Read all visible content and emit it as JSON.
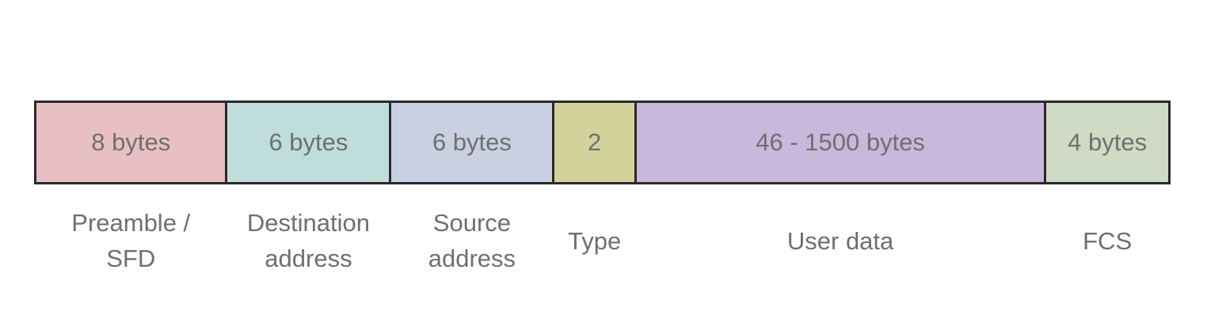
{
  "diagram": {
    "border_color": "#2a2a2a",
    "text_color": "#6f6f6f",
    "background_color": "#ffffff",
    "segments": [
      {
        "size": "8 bytes",
        "label_line1": "Preamble /",
        "label_line2": "SFD",
        "color": "#e8bfc2",
        "flex": 242
      },
      {
        "size": "6 bytes",
        "label_line1": "Destination",
        "label_line2": "address",
        "color": "#bfdedb",
        "flex": 207
      },
      {
        "size": "6 bytes",
        "label_line1": "Source",
        "label_line2": "address",
        "color": "#c8d0e2",
        "flex": 206
      },
      {
        "size": "2",
        "label_line1": "Type",
        "label_line2": "",
        "color": "#d1d39b",
        "flex": 102
      },
      {
        "size": "46 - 1500 bytes",
        "label_line1": "User data",
        "label_line2": "",
        "color": "#c9b8db",
        "flex": 522
      },
      {
        "size": "4 bytes",
        "label_line1": "FCS",
        "label_line2": "",
        "color": "#cfdbc5",
        "flex": 156
      }
    ]
  }
}
